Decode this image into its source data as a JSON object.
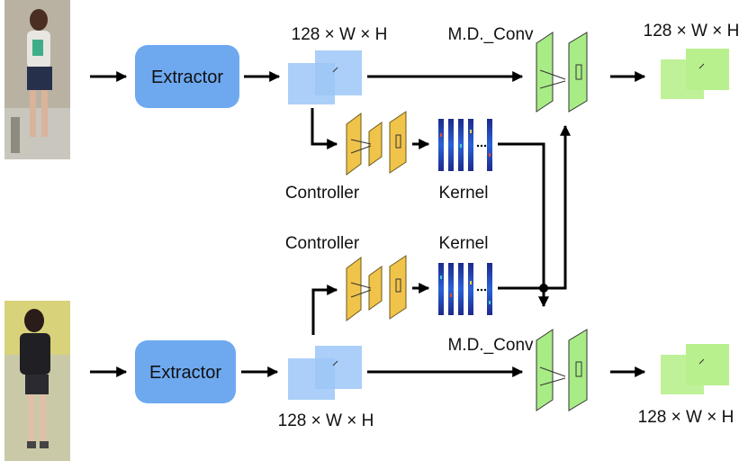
{
  "colors": {
    "extractor": "#6ea9f0",
    "feature_map": "#9cc7f7",
    "controller": "#f0c44a",
    "conv_block": "#a8ec86",
    "output_map": "#b8f08e",
    "arrow": "#000000"
  },
  "top": {
    "extractor_label": "Extractor",
    "feature_label": "128 × W × H",
    "mdconv_label": "M.D._Conv",
    "output_label": "128 × W × H",
    "controller_label": "Controller",
    "kernel_label": "Kernel"
  },
  "bottom": {
    "extractor_label": "Extractor",
    "feature_label": "128 × W × H",
    "mdconv_label": "M.D._Conv",
    "output_label": "128 × W × H",
    "controller_label": "Controller",
    "kernel_label": "Kernel"
  }
}
